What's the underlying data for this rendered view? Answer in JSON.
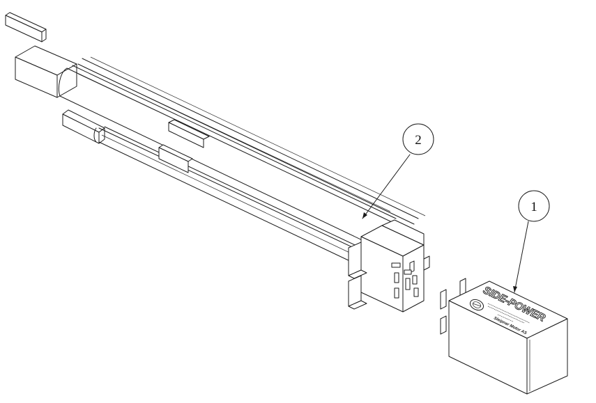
{
  "callouts": [
    {
      "label": "1"
    },
    {
      "label": "2"
    }
  ],
  "relay_labels": {
    "brand": "SIDE-POWER",
    "model": "Sleipner Motor AS"
  },
  "colors": {
    "line": "#1a1a1a",
    "background": "#ffffff"
  }
}
